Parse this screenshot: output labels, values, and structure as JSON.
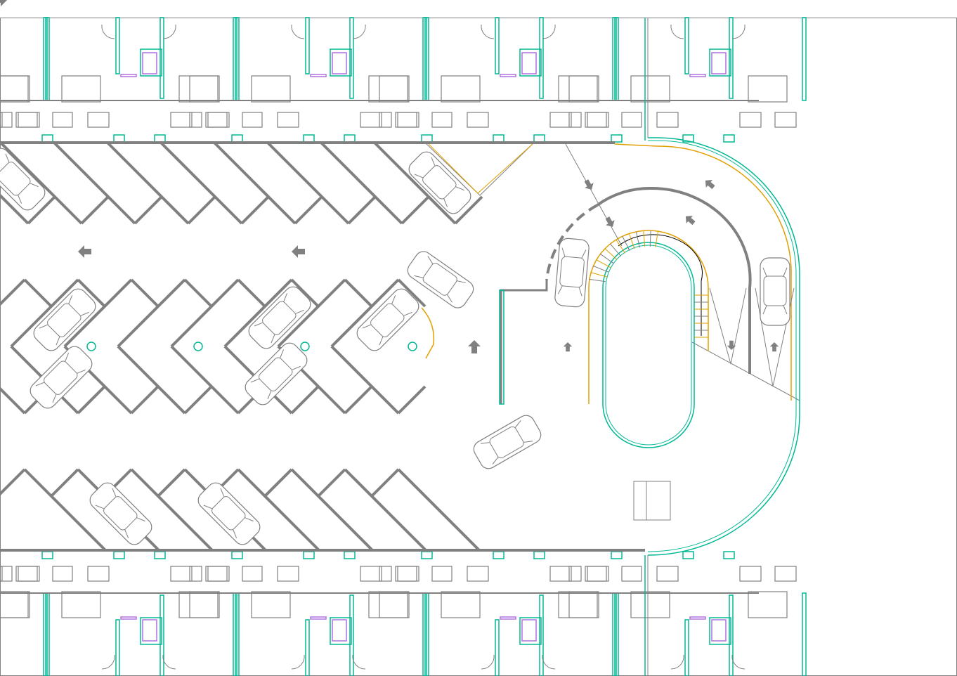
{
  "drawing": {
    "colors": {
      "background": "#ffffff",
      "wall": "#808080",
      "partition": "#00b894",
      "ramp_edge": "#e0a000",
      "fixture": "#b070e0",
      "stair_arrow": "#000000"
    },
    "parking_rows": 4,
    "drive_arrows": [
      "left",
      "left",
      "right",
      "right",
      "up",
      "up",
      "down",
      "up"
    ]
  }
}
